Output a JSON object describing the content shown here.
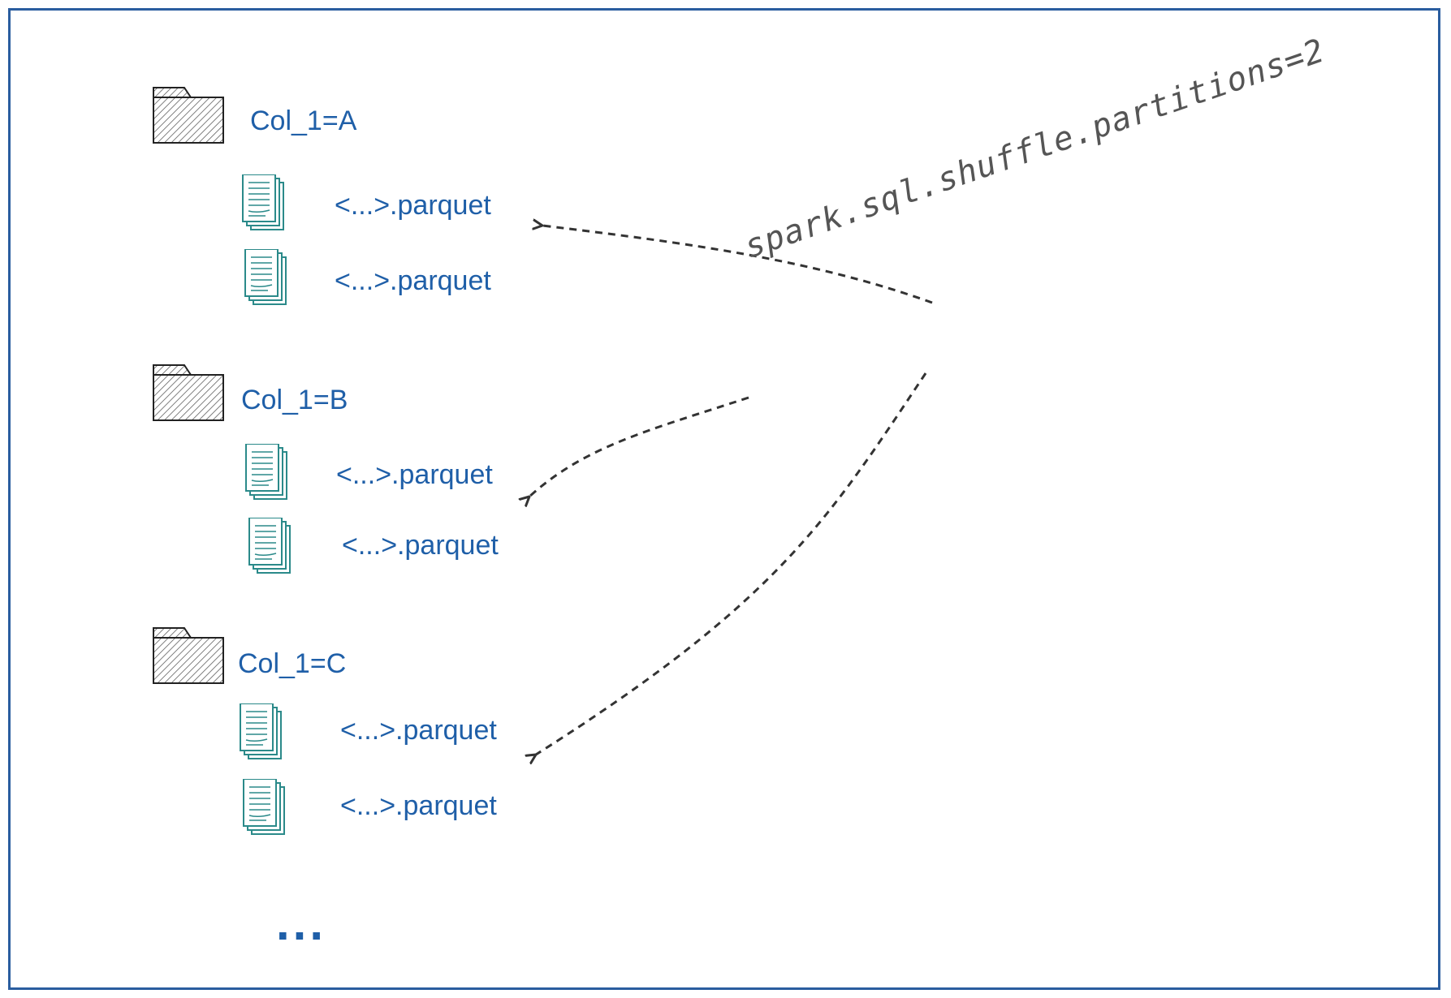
{
  "partitions": [
    {
      "folder_label": "Col_1=A",
      "files": [
        "<...>.parquet",
        "<...>.parquet"
      ]
    },
    {
      "folder_label": "Col_1=B",
      "files": [
        "<...>.parquet",
        "<...>.parquet"
      ]
    },
    {
      "folder_label": "Col_1=C",
      "files": [
        "<...>.parquet",
        "<...>.parquet"
      ]
    }
  ],
  "more_indicator": "...",
  "config_annotation": "spark.sql.shuffle.partitions=2",
  "colors": {
    "frame": "#2a5d9f",
    "label": "#1f5fa8",
    "file_icon": "#2b8a8a",
    "arrow": "#333333",
    "folder_outline": "#222222"
  },
  "icons": {
    "folder": "folder-icon",
    "file": "parquet-file-icon"
  }
}
